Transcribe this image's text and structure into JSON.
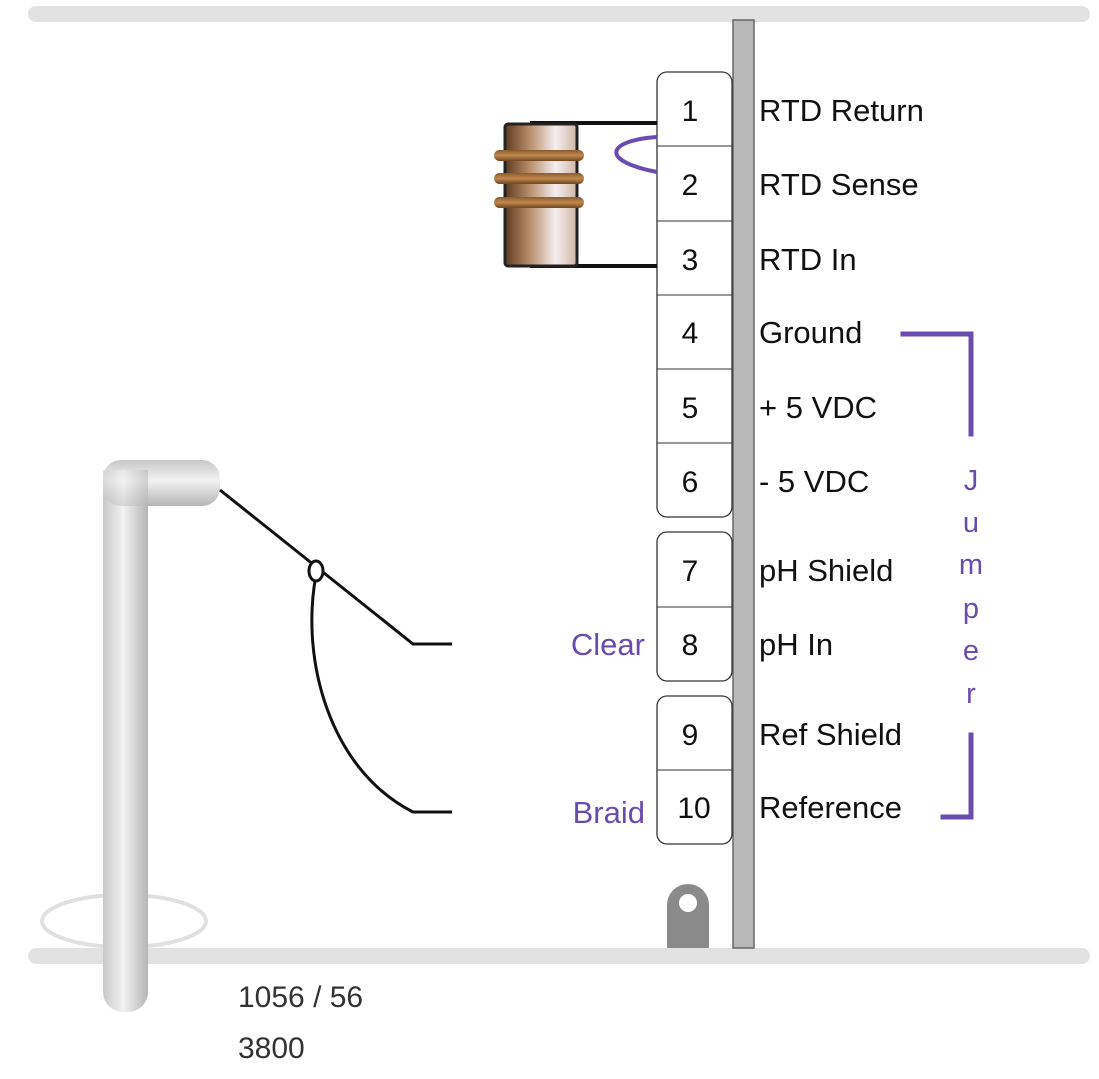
{
  "terminals": [
    {
      "num": "1",
      "label": "RTD Return"
    },
    {
      "num": "2",
      "label": "RTD Sense"
    },
    {
      "num": "3",
      "label": "RTD In"
    },
    {
      "num": "4",
      "label": "Ground"
    },
    {
      "num": "5",
      "label": "+ 5 VDC"
    },
    {
      "num": "6",
      "label": "- 5 VDC"
    },
    {
      "num": "7",
      "label": "pH Shield"
    },
    {
      "num": "8",
      "label": "pH In"
    },
    {
      "num": "9",
      "label": "Ref Shield"
    },
    {
      "num": "10",
      "label": "Reference"
    }
  ],
  "wire_labels": {
    "clear": "Clear",
    "braid": "Braid"
  },
  "jumper": {
    "letters": [
      "J",
      "u",
      "m",
      "p",
      "e",
      "r"
    ]
  },
  "footer": {
    "line1": "1056 / 56",
    "line2": "3800"
  },
  "colors": {
    "accent": "#6a4caf",
    "rail": "#b9b9b9",
    "frame": "#e2e2e2"
  }
}
